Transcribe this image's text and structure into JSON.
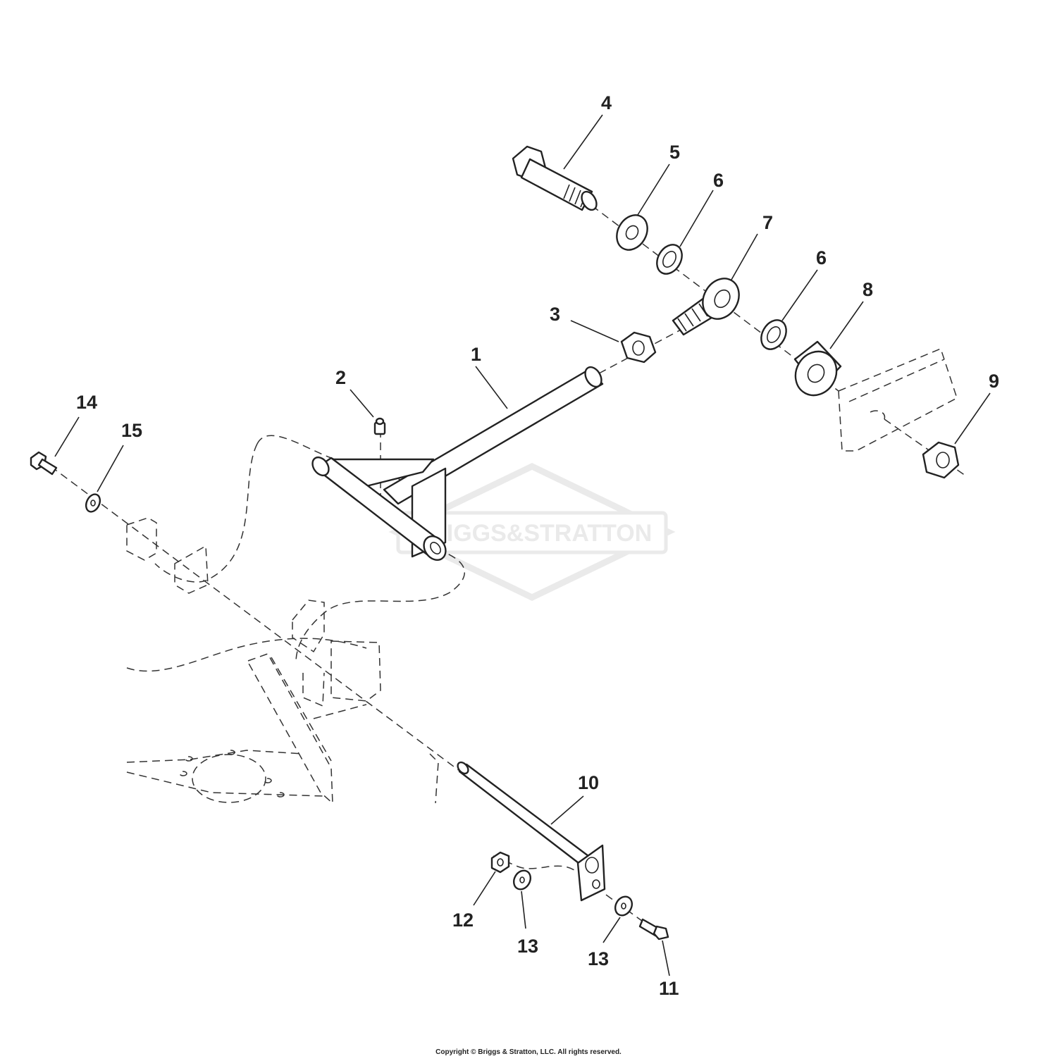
{
  "watermark": {
    "text": "BRIGGS&STRATTON",
    "color": "#d9d9d9"
  },
  "copyright": "Copyright © Briggs & Stratton, LLC. All rights reserved.",
  "callouts": [
    "1",
    "2",
    "3",
    "4",
    "5",
    "6",
    "7",
    "6",
    "8",
    "9",
    "10",
    "11",
    "12",
    "13",
    "13",
    "14",
    "15"
  ],
  "colors": {
    "line": "#222222",
    "background": "#ffffff"
  }
}
